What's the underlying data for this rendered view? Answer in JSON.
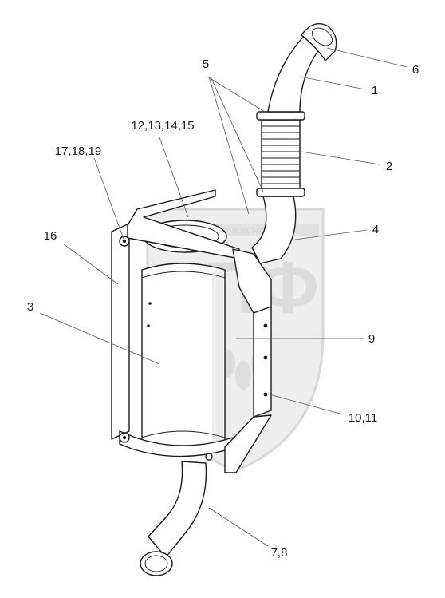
{
  "watermark": {
    "letters": "ЭПФ",
    "band_text": "ЗАПЧАСТИ И ЗАПЧАСТИ",
    "description": "shield seal with wheat ears"
  },
  "part_labels": [
    {
      "id": "p6",
      "text": "6"
    },
    {
      "id": "p5",
      "text": "5"
    },
    {
      "id": "p1",
      "text": "1"
    },
    {
      "id": "p12",
      "text": "12,13,14,15"
    },
    {
      "id": "p17",
      "text": "17,18,19"
    },
    {
      "id": "p2",
      "text": "2"
    },
    {
      "id": "p16",
      "text": "16"
    },
    {
      "id": "p4",
      "text": "4"
    },
    {
      "id": "p3",
      "text": "3"
    },
    {
      "id": "p9",
      "text": "9"
    },
    {
      "id": "p10",
      "text": "10,11"
    },
    {
      "id": "p78",
      "text": "7,8"
    }
  ]
}
